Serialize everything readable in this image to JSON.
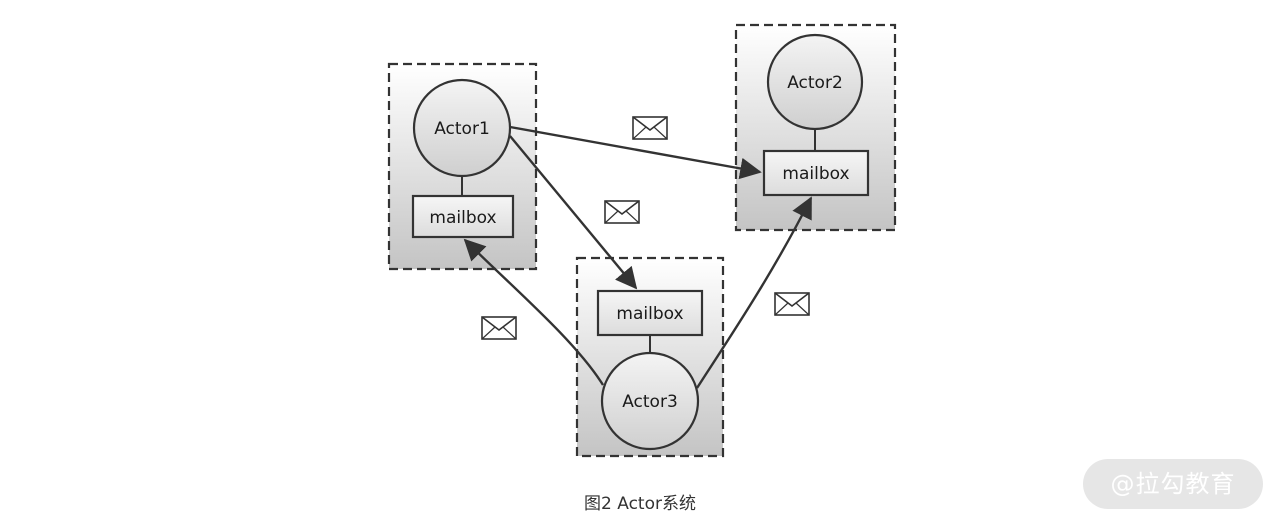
{
  "diagram": {
    "actor1": {
      "actor_label": "Actor1",
      "mailbox_label": "mailbox"
    },
    "actor2": {
      "actor_label": "Actor2",
      "mailbox_label": "mailbox"
    },
    "actor3": {
      "actor_label": "Actor3",
      "mailbox_label": "mailbox"
    }
  },
  "caption": "图2 Actor系统",
  "watermark": "@拉勾教育",
  "colors": {
    "stroke": "#333333",
    "fill_gradient_top": "#ffffff",
    "fill_gradient_bottom": "#c4c4c4"
  },
  "icons": {
    "message": "envelope-icon"
  }
}
